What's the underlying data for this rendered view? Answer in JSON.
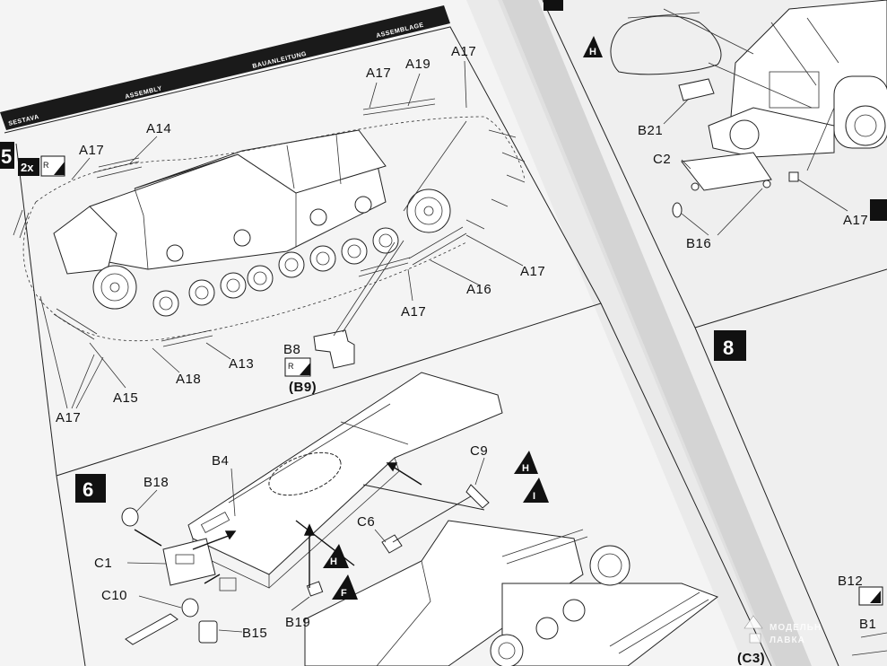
{
  "header": {
    "sestava": "SESTAVA",
    "assembly": "ASSEMBLY",
    "bauanleitung": "BAUANLEITUNG",
    "assemblage": "ASSEMBLAGE"
  },
  "step5": {
    "number": "5",
    "quantity": "2x",
    "labels": {
      "a17_top1": "A17",
      "a19": "A19",
      "a17_top2": "A17",
      "a14": "A14",
      "a17_left": "A17",
      "a17_right1": "A17",
      "a16": "A16",
      "a17_mid": "A17",
      "b8": "B8",
      "b9": "(B9)",
      "a13": "A13",
      "a18": "A18",
      "a15": "A15",
      "a17_bottom": "A17"
    }
  },
  "step6": {
    "number": "6",
    "labels": {
      "b18": "B18",
      "b4": "B4",
      "c1": "C1",
      "c10": "C10",
      "b15": "B15",
      "b19": "B19",
      "c6": "C6",
      "c9": "C9",
      "h1": "H",
      "i": "I",
      "h2": "H",
      "f": "F",
      "c3": "(C3)"
    }
  },
  "step7": {
    "labels": {
      "h": "H",
      "b21": "B21",
      "c2": "C2",
      "b16": "B16",
      "a17": "A17"
    }
  },
  "step8": {
    "number": "8",
    "labels": {
      "b12": "B12",
      "b1x": "B1"
    }
  },
  "watermark": {
    "line1": "МОДЕЛЬН",
    "line2": "ЛАВКА"
  }
}
